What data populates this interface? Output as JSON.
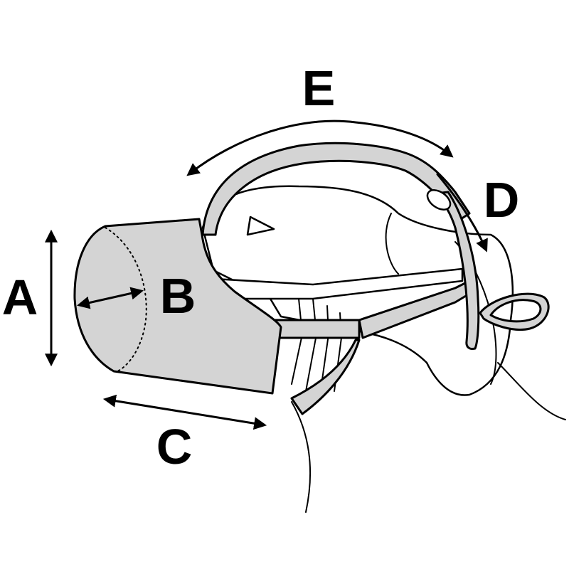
{
  "diagram": {
    "labels": {
      "a": "A",
      "b": "B",
      "c": "C",
      "d": "D",
      "e": "E"
    },
    "colors": {
      "fill": "#d4d4d4",
      "stroke": "#000000",
      "background": "#ffffff"
    }
  }
}
